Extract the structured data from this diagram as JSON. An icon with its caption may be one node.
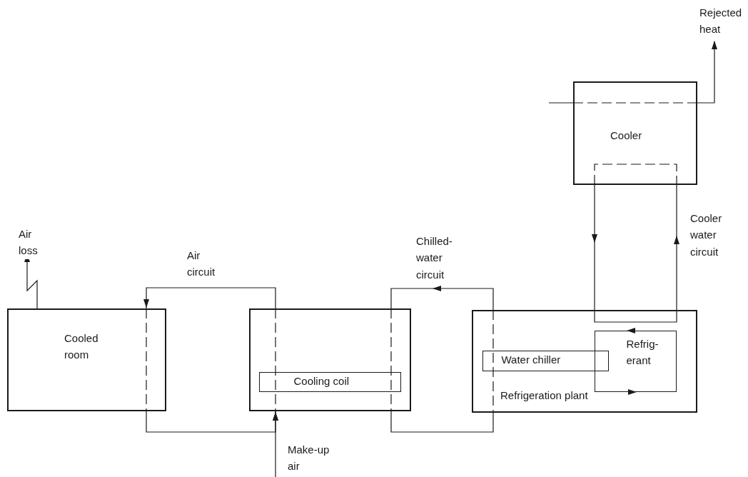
{
  "diagram": {
    "nodes": [
      {
        "text": [
          "Cooled room"
        ]
      },
      {
        "text": [],
        "shape": "box"
      },
      {
        "text": [
          "Cooling coil"
        ],
        "in": 1
      },
      {
        "text": [
          "Refrigeration plant"
        ]
      },
      {
        "text": [
          "Water chiller"
        ],
        "in": 3
      },
      {
        "text": [
          "Refrig-erant"
        ],
        "in": 3
      },
      {
        "text": [
          "Cooler"
        ]
      }
    ],
    "edges": [
      {
        "from": 1,
        "to": 0,
        "arrow": "to",
        "label": "Air circuit"
      },
      {
        "from": 0,
        "to": 1,
        "arrow": "to"
      },
      {
        "from": 3,
        "to": 1,
        "arrow": "to",
        "label": "Chilled-water circuit"
      },
      {
        "from": 1,
        "to": 3,
        "arrow": "none"
      },
      {
        "from": 3,
        "to": 6,
        "arrow": "to",
        "label": "Cooler water circuit"
      },
      {
        "from": 6,
        "to": 3,
        "arrow": "to"
      },
      {
        "from": 0,
        "to": null,
        "arrow": "to",
        "label": "Air loss"
      },
      {
        "from": null,
        "to": 1,
        "arrow": "to",
        "label": "Make-up air"
      },
      {
        "from": 6,
        "to": null,
        "arrow": "to",
        "label": "Rejected heat"
      }
    ]
  }
}
